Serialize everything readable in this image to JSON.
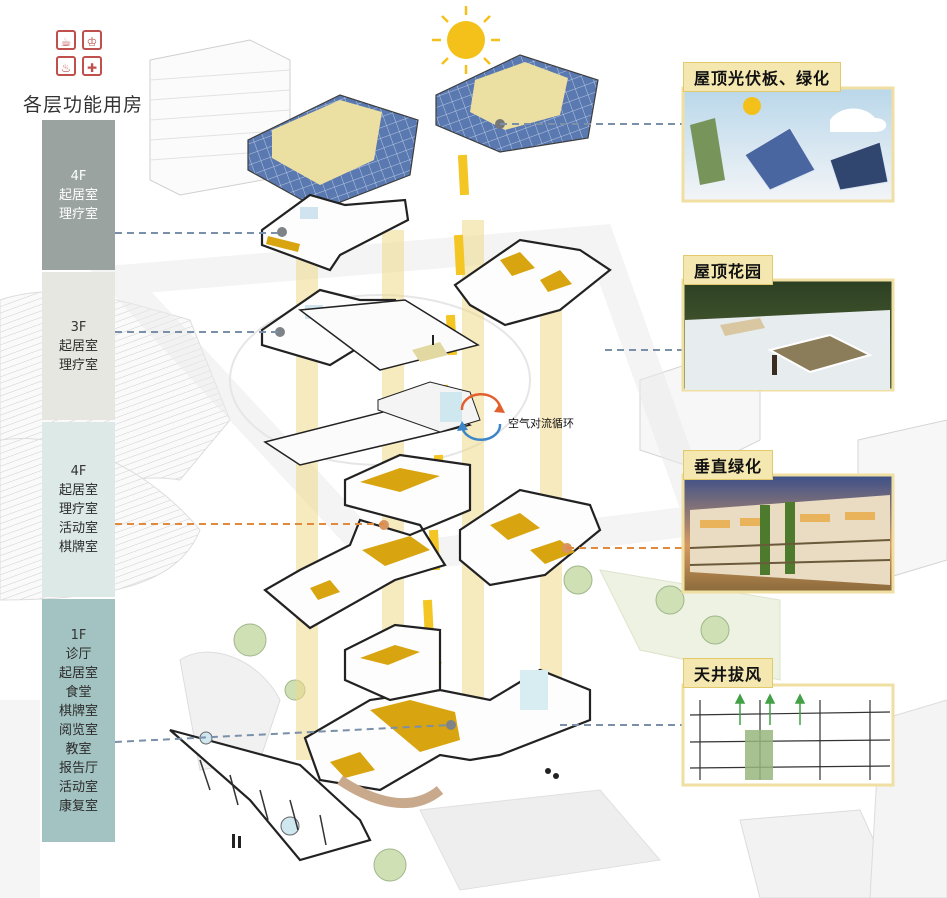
{
  "legend": {
    "title": "各层功能用房",
    "icons": [
      "coffee-icon",
      "trophy-icon",
      "bottle-icon",
      "dining-icon"
    ]
  },
  "floors": [
    {
      "level": "4F",
      "rooms": [
        "起居室",
        "理疗室"
      ],
      "color": "#9aa3a0",
      "text_color": "#ffffff"
    },
    {
      "level": "3F",
      "rooms": [
        "起居室",
        "理疗室"
      ],
      "color": "#e7e7e2",
      "text_color": "#2b2b2b"
    },
    {
      "level": "4F",
      "rooms": [
        "起居室",
        "理疗室",
        "活动室",
        "棋牌室"
      ],
      "color": "#dce9e7",
      "text_color": "#2b2b2b"
    },
    {
      "level": "1F",
      "rooms": [
        "诊厅",
        "起居室",
        "食堂",
        "棋牌室",
        "阅览室",
        "教室",
        "报告厅",
        "活动室",
        "康复室"
      ],
      "color": "#a3c3c2",
      "text_color": "#2b2b2b"
    }
  ],
  "callouts": {
    "pv_green_roof": "屋顶光伏板、绿化",
    "roof_garden": "屋顶花园",
    "vertical_green": "垂直绿化",
    "atrium_ventilation": "天井拔风"
  },
  "annotations": {
    "air_convection": "空气对流循环"
  },
  "colors": {
    "accent_yellow": "#d8a40f",
    "light_yellow": "#f3e7b6",
    "roof_panel": "#6f8fc4",
    "dashed_blue": "#7a8fa8",
    "dashed_orange": "#e08a3c",
    "icon_red": "#c0504d",
    "arrow_orange": "#e2602e",
    "arrow_blue": "#3c86c9"
  }
}
